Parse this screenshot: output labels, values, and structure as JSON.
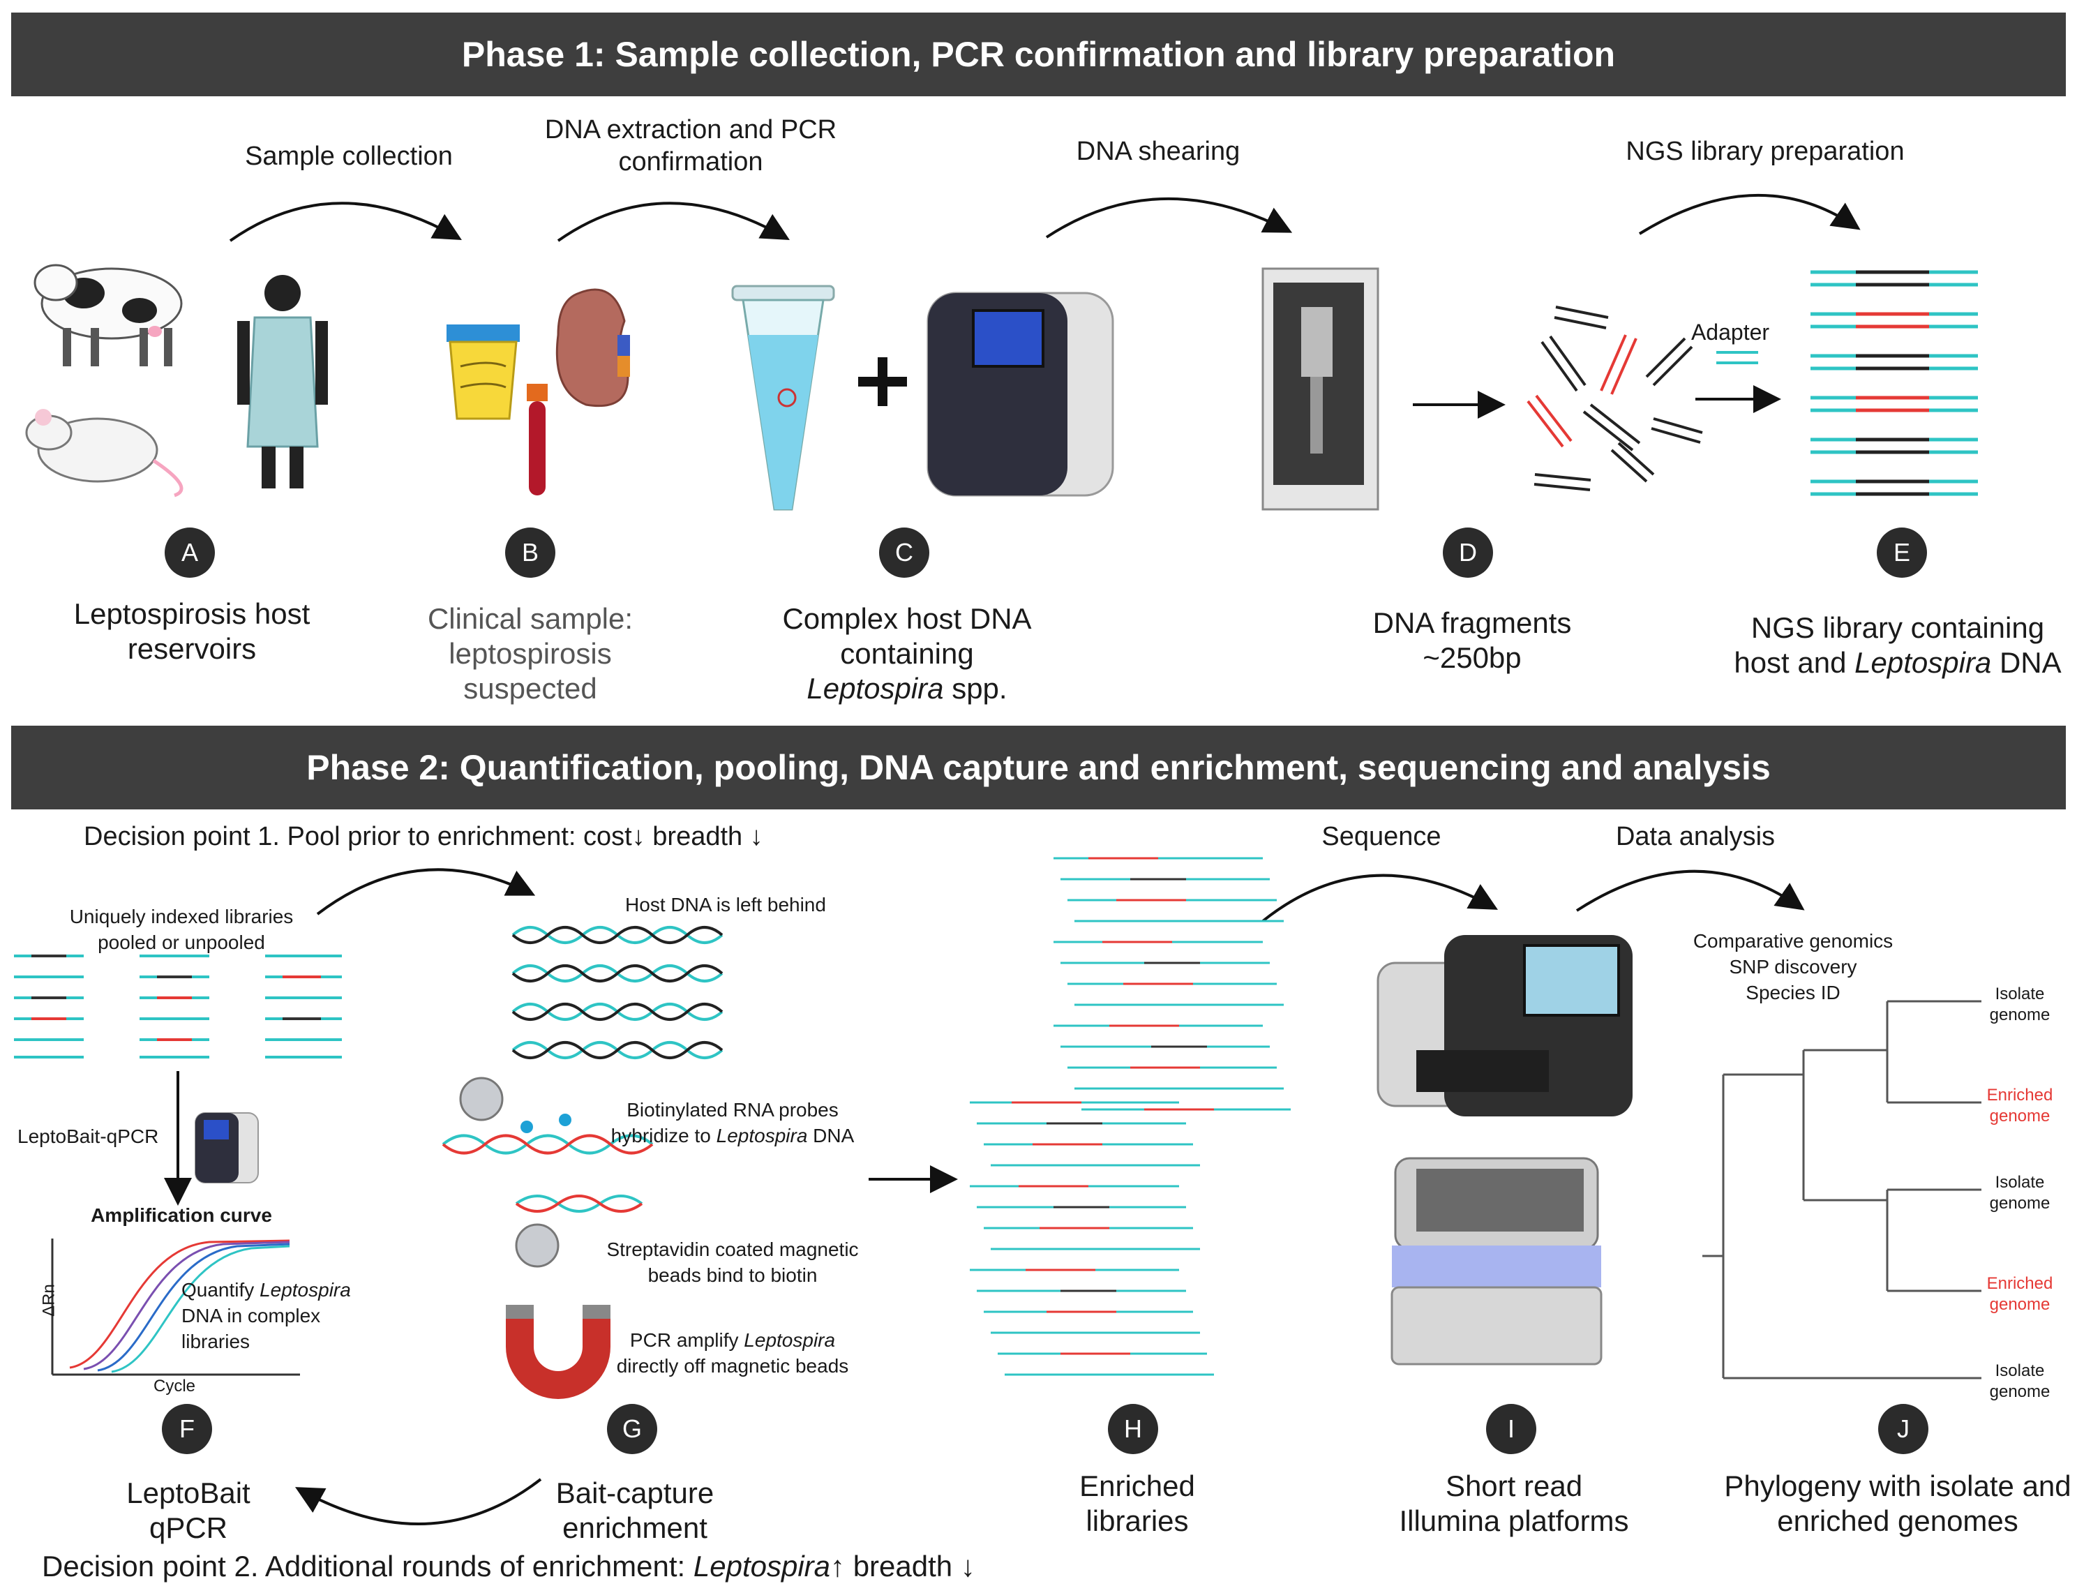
{
  "phase1": {
    "title": "Phase 1: Sample collection, PCR confirmation and library preparation"
  },
  "phase2": {
    "title": "Phase 2: Quantification, pooling, DNA capture and enrichment, sequencing and analysis"
  },
  "steps": {
    "sample_collection": "Sample collection",
    "dna_extraction_1": "DNA extraction and PCR",
    "dna_extraction_2": "confirmation",
    "dna_shearing": "DNA shearing",
    "ngs_library_prep": "NGS library preparation",
    "adapter": "Adapter",
    "sequence": "Sequence",
    "data_analysis": "Data analysis"
  },
  "badges": {
    "A": "A",
    "B": "B",
    "C": "C",
    "D": "D",
    "E": "E",
    "F": "F",
    "G": "G",
    "H": "H",
    "I": "I",
    "J": "J"
  },
  "labels": {
    "A_1": "Leptospirosis host",
    "A_2": "reservoirs",
    "B_1": "Clinical sample:",
    "B_2": "leptospirosis",
    "B_3": "suspected",
    "C_1": "Complex host DNA",
    "C_2": "containing",
    "C_3a": "Leptospira",
    "C_3b": " spp.",
    "D_1": "DNA fragments",
    "D_2": "~250bp",
    "E_1": "NGS library containing",
    "E_2a": "host and ",
    "E_2b": "Leptospira",
    "E_2c": " DNA",
    "F_1": "LeptoBait",
    "F_2": "qPCR",
    "G_1": "Bait-capture",
    "G_2": "enrichment",
    "H_1": "Enriched",
    "H_2": "libraries",
    "I_1": "Short read",
    "I_2": "Illumina platforms",
    "J_1": "Phylogeny with isolate and",
    "J_2": "enriched genomes"
  },
  "decision1": {
    "text": "Decision point 1. Pool prior to enrichment: cost",
    "arrow1": "↓",
    "breadth": " breadth",
    "arrow2": "↓"
  },
  "decision2": {
    "text": "Decision point 2. Additional rounds of enrichment: ",
    "lepto": "Leptospira",
    "arrow1": "↑",
    "breadth": " breadth ",
    "arrow2": "↓"
  },
  "phase2_notes": {
    "pooled_1": "Uniquely indexed libraries",
    "pooled_2": "pooled or unpooled",
    "leptobait_qpcr": "LeptoBait-qPCR",
    "amp_curve": "Amplification curve",
    "axis_y": "ΔRn",
    "axis_x": "Cycle",
    "quantify_1a": "Quantify ",
    "quantify_1b": "Leptospira",
    "quantify_2": "DNA in complex",
    "quantify_3": "libraries",
    "host_left": "Host DNA is left behind",
    "probes_1": "Biotinylated RNA probes",
    "probes_2a": "hybridize to ",
    "probes_2b": "Leptospira",
    "probes_2c": " DNA",
    "strep_1": "Streptavidin coated magnetic",
    "strep_2": "beads bind to biotin",
    "pcr_1a": "PCR amplify ",
    "pcr_1b": "Leptospira",
    "pcr_2": "directly off magnetic beads",
    "analysis_1": "Comparative genomics",
    "analysis_2": "SNP discovery",
    "analysis_3": "Species ID"
  },
  "tree_leaves": [
    {
      "line1": "Isolate",
      "line2": "genome",
      "color": "#333333"
    },
    {
      "line1": "Enriched",
      "line2": "genome",
      "color": "#e53935"
    },
    {
      "line1": "Isolate",
      "line2": "genome",
      "color": "#333333"
    },
    {
      "line1": "Enriched",
      "line2": "genome",
      "color": "#e53935"
    },
    {
      "line1": "Isolate",
      "line2": "genome",
      "color": "#333333"
    }
  ],
  "colors": {
    "banner": "#3e3e3e",
    "teal": "#2ec4c4",
    "red": "#e53935",
    "dark": "#2b2b2b"
  }
}
